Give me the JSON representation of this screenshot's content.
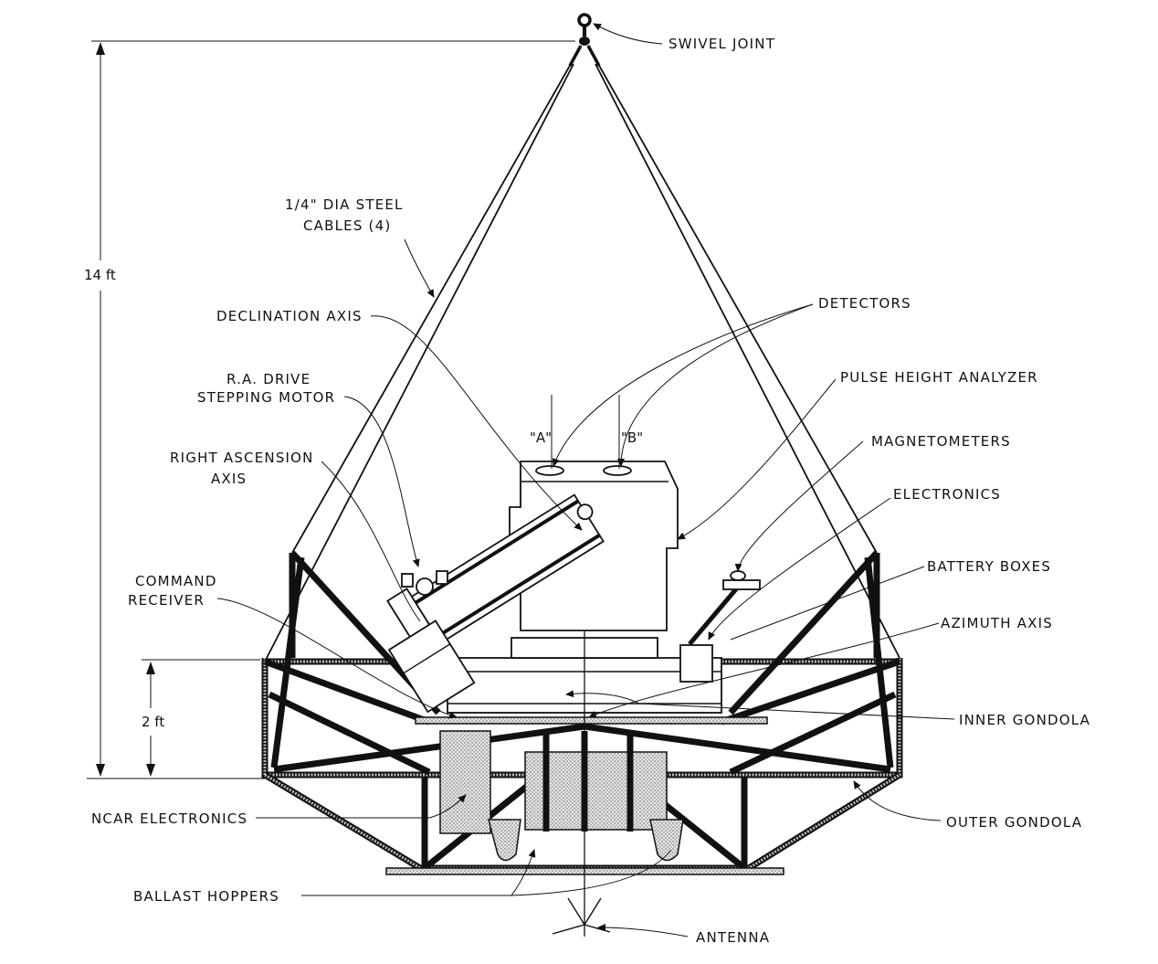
{
  "diagram": {
    "title": "Balloon gondola telescope assembly",
    "dimensions": {
      "overall_height": "14 ft",
      "gondola_height": "2 ft"
    },
    "detector_tags": {
      "a": "\"A\"",
      "b": "\"B\""
    },
    "labels": {
      "swivel_joint": "SWIVEL JOINT",
      "cables_line1": "1/4\" DIA STEEL",
      "cables_line2": "CABLES (4)",
      "declination_axis": "DECLINATION AXIS",
      "ra_drive_line1": "R.A. DRIVE",
      "ra_drive_line2": "STEPPING MOTOR",
      "ra_axis_line1": "RIGHT ASCENSION",
      "ra_axis_line2": "AXIS",
      "command_line1": "COMMAND",
      "command_line2": "RECEIVER",
      "ncar_electronics": "NCAR ELECTRONICS",
      "ballast_hoppers": "BALLAST HOPPERS",
      "antenna": "ANTENNA",
      "detectors": "DETECTORS",
      "pulse_height_analyzer": "PULSE HEIGHT ANALYZER",
      "magnetometers": "MAGNETOMETERS",
      "electronics": "ELECTRONICS",
      "battery_boxes": "BATTERY BOXES",
      "azimuth_axis": "AZIMUTH AXIS",
      "inner_gondola": "INNER GONDOLA",
      "outer_gondola": "OUTER GONDOLA"
    }
  }
}
